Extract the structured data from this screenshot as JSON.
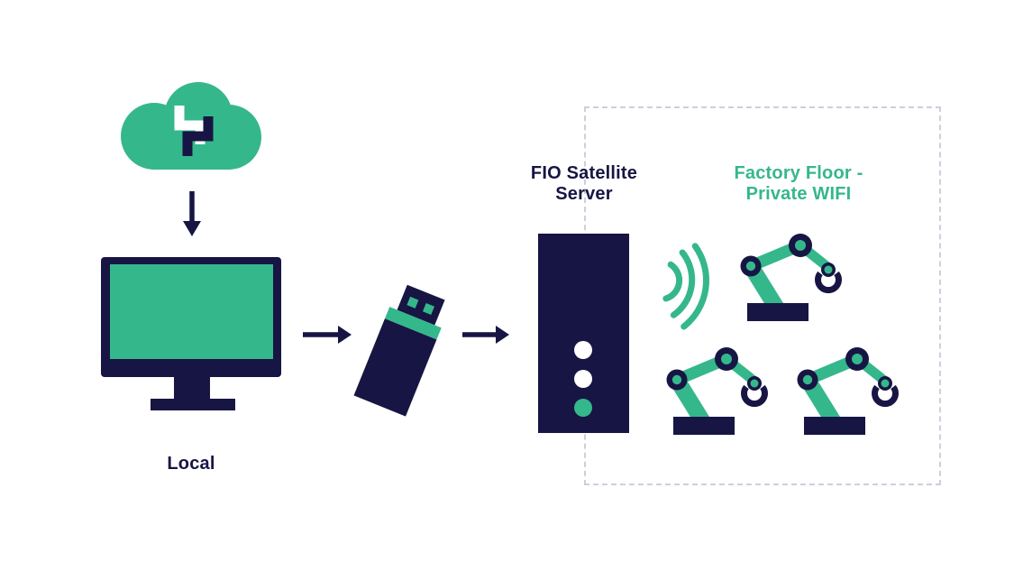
{
  "colors": {
    "green": "#35B78C",
    "navy": "#171543",
    "white": "#FFFFFF",
    "dotted_border": "#CDD0DC",
    "background": "#FFFFFF"
  },
  "diagram": {
    "nodes": {
      "cloud": {
        "icon": "cloud-sync-icon"
      },
      "local": {
        "label": "Local",
        "icon": "desktop-monitor-icon"
      },
      "usb": {
        "icon": "usb-drive-icon"
      },
      "server": {
        "label": "FIO Satellite\nServer",
        "icon": "server-tower-icon",
        "status_lights": [
          "white",
          "white",
          "green"
        ]
      },
      "factory": {
        "label": "Factory Floor -\nPrivate WIFI",
        "icon": "robot-arm-icon",
        "robot_count": 3,
        "boundary_style": "dotted"
      },
      "wifi": {
        "icon": "wifi-waves-icon",
        "wave_count": 3
      }
    },
    "connections": [
      {
        "from": "cloud",
        "to": "local",
        "type": "arrow-down"
      },
      {
        "from": "local",
        "to": "usb",
        "type": "arrow-right"
      },
      {
        "from": "usb",
        "to": "server",
        "type": "arrow-right"
      },
      {
        "from": "server",
        "to": "factory",
        "type": "wifi-waves"
      }
    ]
  }
}
